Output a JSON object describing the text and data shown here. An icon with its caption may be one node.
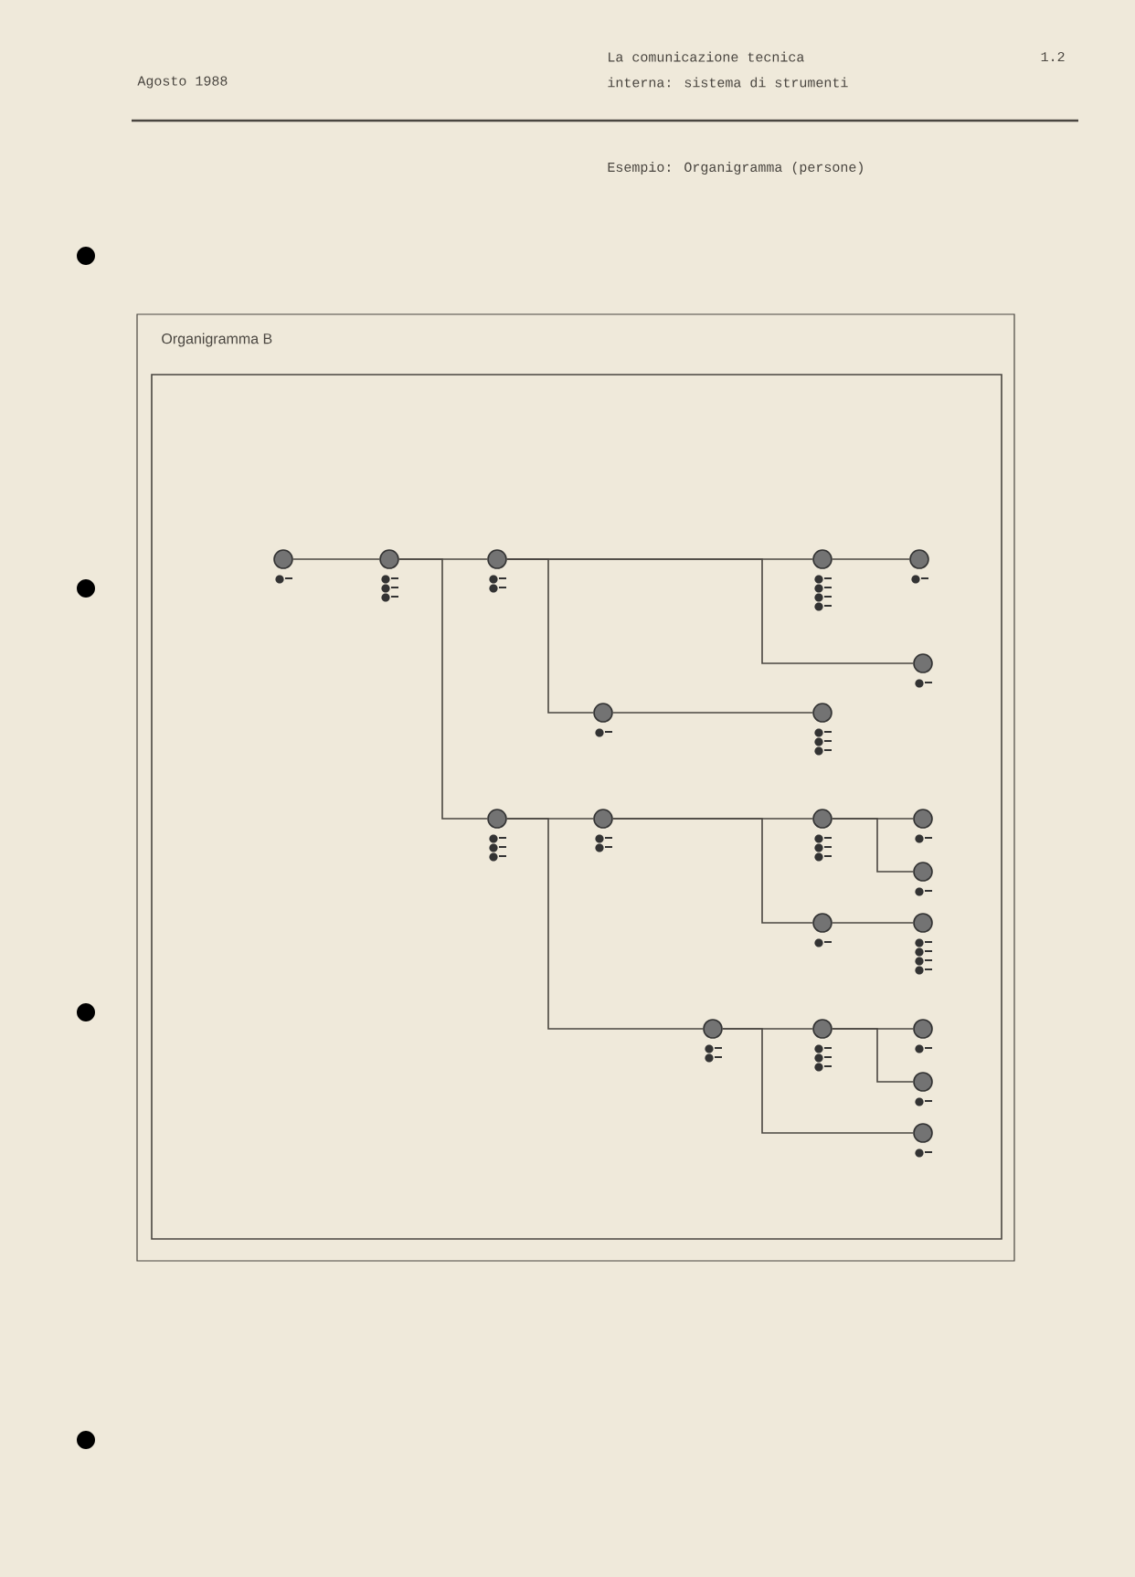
{
  "diagram": {
    "title": "Organigramma B",
    "nodes": [
      {
        "text": [],
        "shape": "circle"
      },
      {
        "text": [],
        "shape": "circle"
      },
      {
        "text": [],
        "shape": "circle"
      },
      {
        "text": [],
        "shape": "circle"
      },
      {
        "text": [],
        "shape": "circle"
      },
      {
        "text": [],
        "shape": "circle"
      },
      {
        "text": [],
        "shape": "circle"
      },
      {
        "text": [],
        "shape": "circle"
      },
      {
        "text": [],
        "shape": "circle"
      },
      {
        "text": [],
        "shape": "circle"
      },
      {
        "text": [],
        "shape": "circle"
      },
      {
        "text": [],
        "shape": "circle"
      },
      {
        "text": [],
        "shape": "circle"
      },
      {
        "text": [],
        "shape": "circle"
      },
      {
        "text": [],
        "shape": "circle"
      },
      {
        "text": [],
        "shape": "circle"
      },
      {
        "text": [],
        "shape": "circle"
      },
      {
        "text": [],
        "shape": "circle"
      },
      {
        "text": [],
        "shape": "circle"
      },
      {
        "text": [],
        "shape": "circle"
      }
    ],
    "edges": [
      {
        "from": 0,
        "to": 1,
        "arrow": "none"
      },
      {
        "from": 1,
        "to": 2,
        "arrow": "none"
      },
      {
        "from": 2,
        "to": 3,
        "arrow": "none"
      },
      {
        "from": 3,
        "to": 4,
        "arrow": "none"
      },
      {
        "from": 2,
        "to": 5,
        "arrow": "none"
      },
      {
        "from": 2,
        "to": 6,
        "arrow": "none"
      },
      {
        "from": 6,
        "to": 7,
        "arrow": "none"
      },
      {
        "from": 1,
        "to": 8,
        "arrow": "none"
      },
      {
        "from": 8,
        "to": 9,
        "arrow": "none"
      },
      {
        "from": 9,
        "to": 10,
        "arrow": "none"
      },
      {
        "from": 10,
        "to": 11,
        "arrow": "none"
      },
      {
        "from": 10,
        "to": 12,
        "arrow": "none"
      },
      {
        "from": 9,
        "to": 13,
        "arrow": "none"
      },
      {
        "from": 13,
        "to": 14,
        "arrow": "none"
      },
      {
        "from": 8,
        "to": 15,
        "arrow": "none"
      },
      {
        "from": 15,
        "to": 16,
        "arrow": "none"
      },
      {
        "from": 16,
        "to": 17,
        "arrow": "none"
      },
      {
        "from": 16,
        "to": 18,
        "arrow": "none"
      },
      {
        "from": 15,
        "to": 19,
        "arrow": "none"
      }
    ],
    "labels": [
      "La comunicazione tecnica",
      "1.2",
      "Agosto 1988",
      "interna: sistema di strumenti",
      "Esempio: Organigramma (persone)"
    ]
  }
}
